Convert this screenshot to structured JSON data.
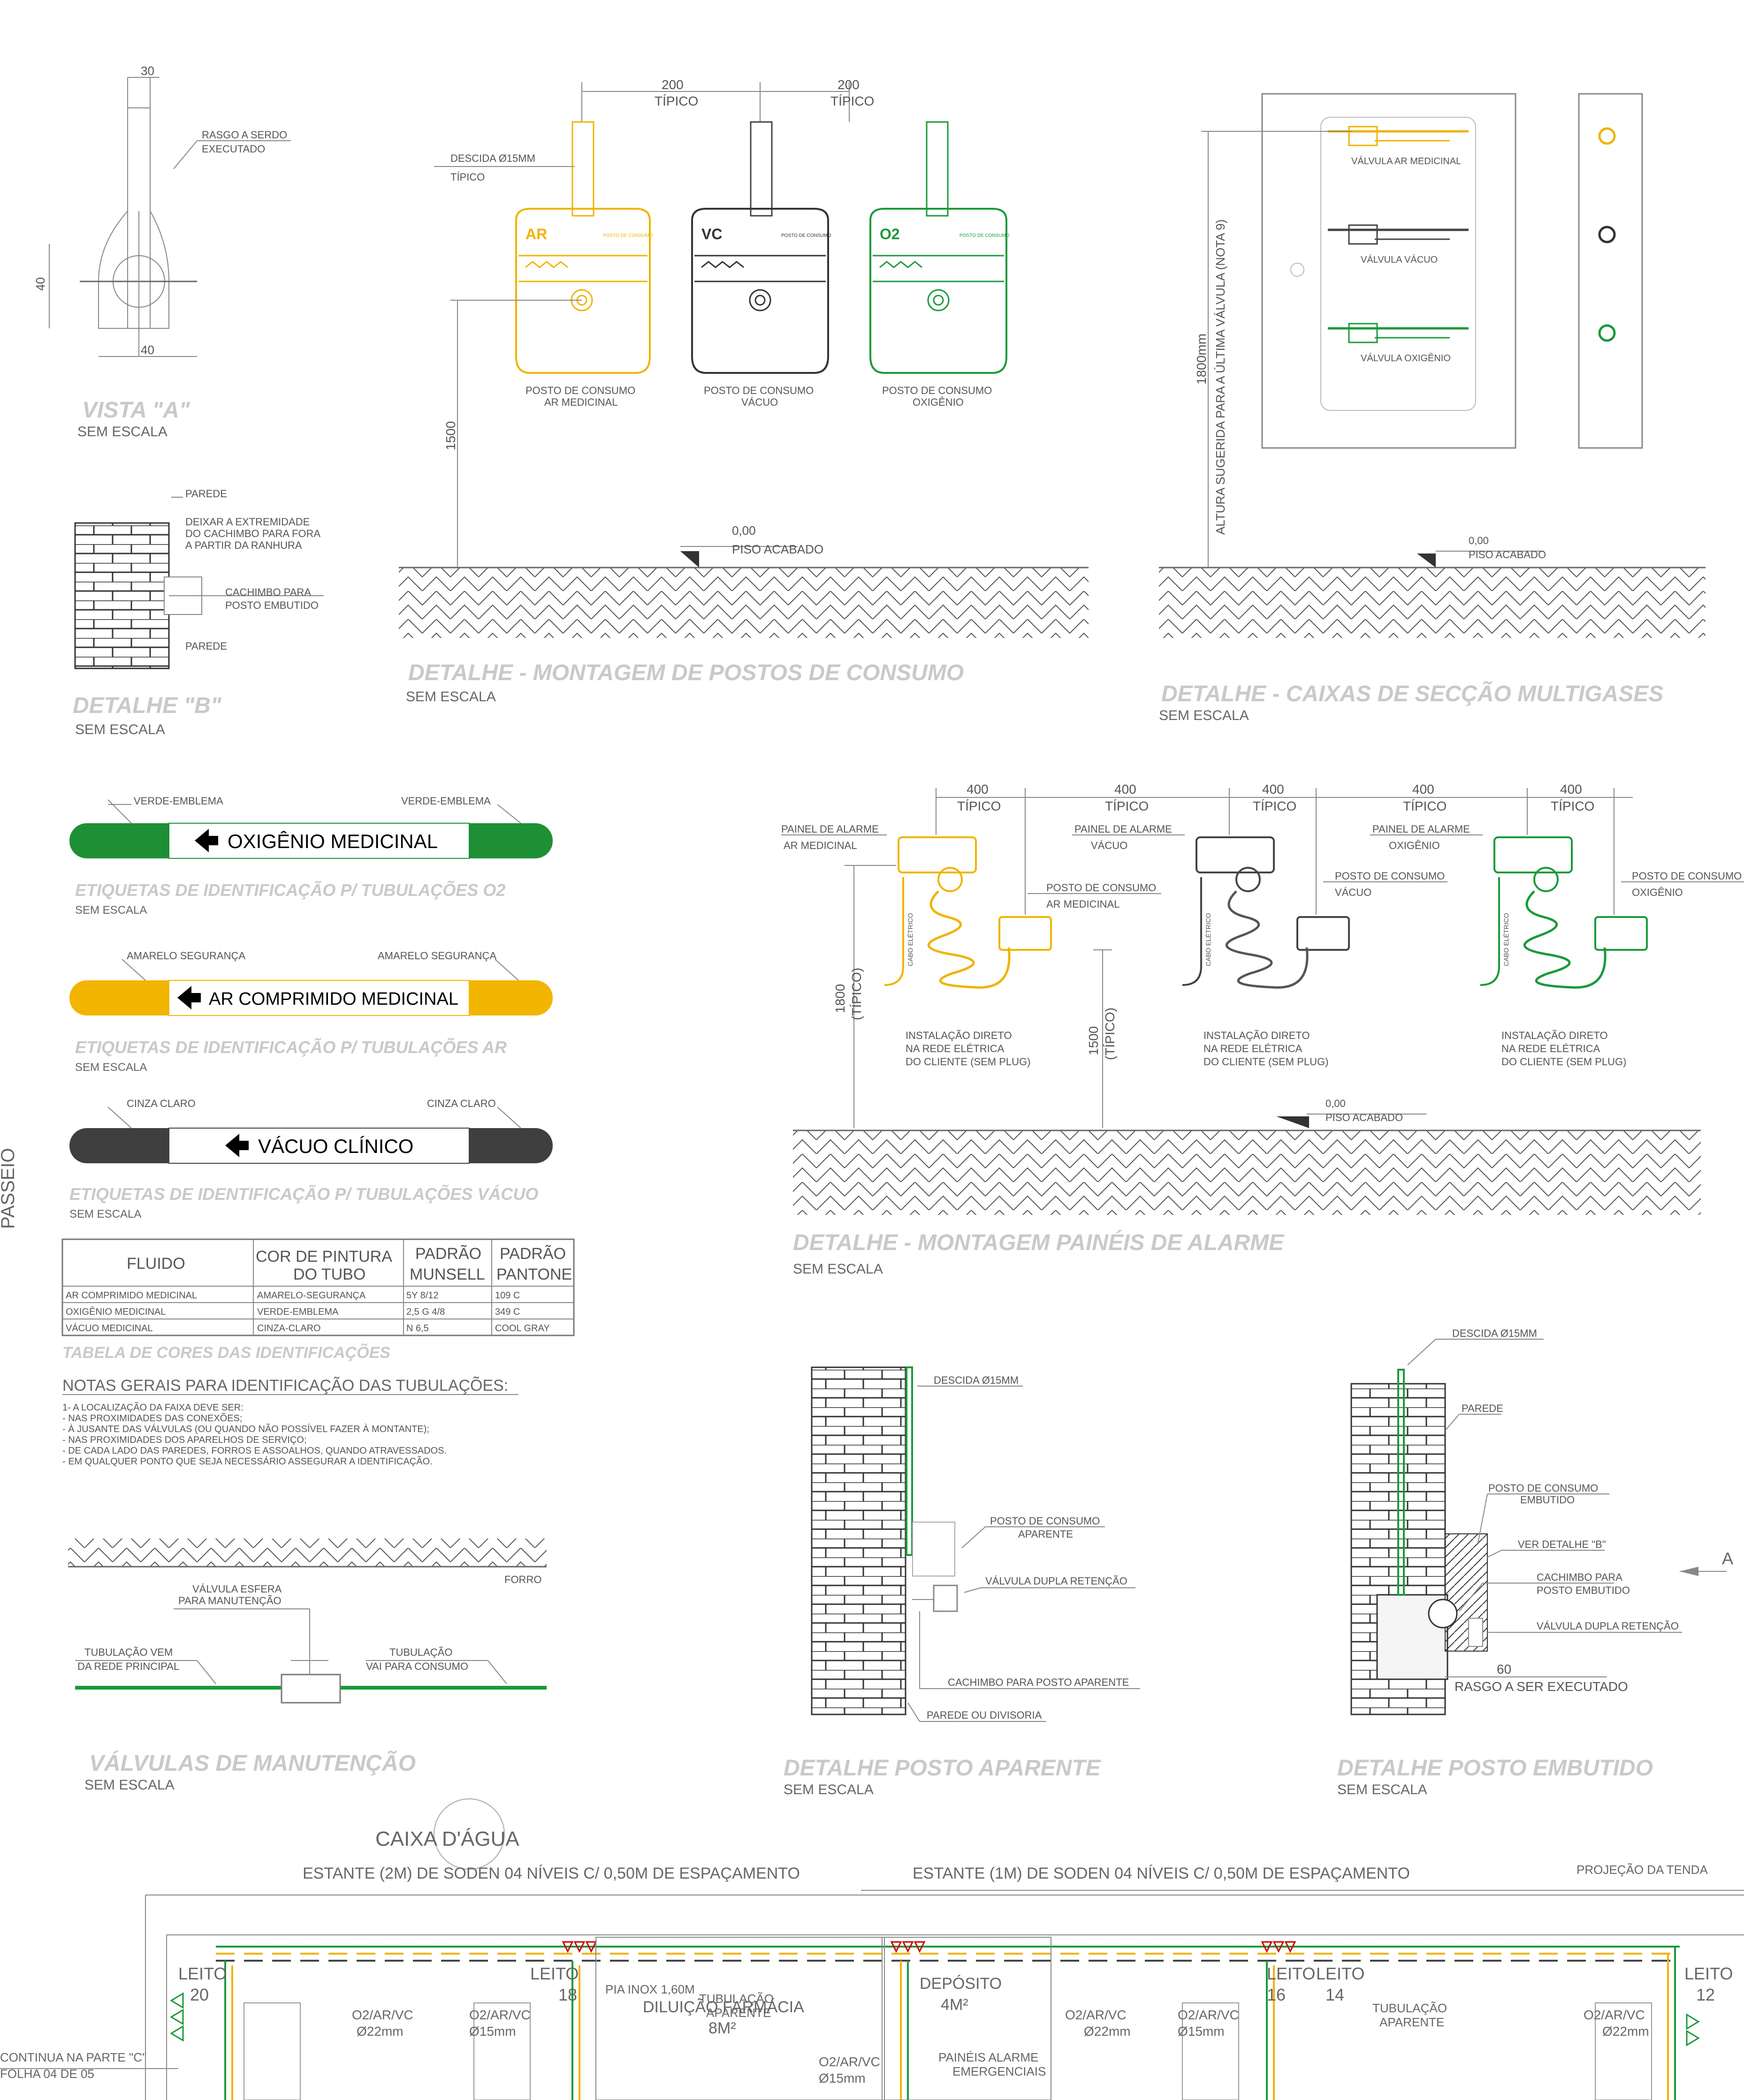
{
  "colors": {
    "ar": "#f0b400",
    "o2": "#1a9a3a",
    "vc": "#444444",
    "green_band": "#1e8f35",
    "yellow_band": "#f2b500",
    "gray_band": "#3f3f3f"
  },
  "side_label": "PASSEIO",
  "vista_a": {
    "title": "VISTA \"A\"",
    "subtitle": "SEM ESCALA",
    "dim_top": "30",
    "dim_side": "40",
    "dim_bottom": "40",
    "note": [
      "RASGO A SERDO",
      "EXECUTADO"
    ]
  },
  "detalhe_b": {
    "title": "DETALHE \"B\"",
    "subtitle": "SEM ESCALA",
    "labels": [
      "PAREDE",
      "DEIXAR A EXTREMIDADE",
      "DO CACHIMBO PARA FORA",
      "A PARTIR DA RANHURA",
      "CACHIMBO PARA",
      "POSTO EMBUTIDO",
      "PAREDE"
    ]
  },
  "postos": {
    "title": "DETALHE - MONTAGEM DE POSTOS DE CONSUMO",
    "subtitle": "SEM ESCALA",
    "dims": [
      "200",
      "TÍPICO",
      "200",
      "TÍPICO"
    ],
    "descida": [
      "DESCIDA Ø15MM",
      "TÍPICO"
    ],
    "height": "1500",
    "level": [
      "0,00",
      "PISO ACABADO"
    ],
    "units": [
      {
        "code": "AR",
        "header": "POSTO DE CONSUMO",
        "label": [
          "POSTO DE CONSUMO",
          "AR MEDICINAL"
        ]
      },
      {
        "code": "VC",
        "header": "POSTO DE CONSUMO",
        "label": [
          "POSTO DE CONSUMO",
          "VÁCUO"
        ]
      },
      {
        "code": "O2",
        "header": "POSTO DE CONSUMO",
        "label": [
          "POSTO DE CONSUMO",
          "OXIGÊNIO"
        ]
      }
    ]
  },
  "caixas": {
    "title": "DETALHE - CAIXAS DE SECÇÃO MULTIGASES",
    "subtitle": "SEM ESCALA",
    "height": "1800mm",
    "vertical_note": "ALTURA SUGERIDA PARA A ÚLTIMA VÁLVULA (NOTA 9)",
    "valves": [
      "VÁLVULA AR MEDICINAL",
      "VÁLVULA VÁCUO",
      "VÁLVULA OXIGÊNIO"
    ],
    "level": [
      "0,00",
      "PISO ACABADO"
    ]
  },
  "etiquetas": [
    {
      "text": "OXIGÊNIO MEDICINAL",
      "color_label_left": "VERDE-EMBLEMA",
      "color_label_right": "VERDE-EMBLEMA",
      "title": "ETIQUETAS DE IDENTIFICAÇÃO P/ TUBULAÇÕES O2",
      "subtitle": "SEM ESCALA"
    },
    {
      "text": "AR COMPRIMIDO MEDICINAL",
      "color_label_left": "AMARELO SEGURANÇA",
      "color_label_right": "AMARELO SEGURANÇA",
      "title": "ETIQUETAS DE IDENTIFICAÇÃO P/ TUBULAÇÕES AR",
      "subtitle": "SEM ESCALA"
    },
    {
      "text": "VÁCUO CLÍNICO",
      "color_label_left": "CINZA CLARO",
      "color_label_right": "CINZA CLARO",
      "title": "ETIQUETAS DE IDENTIFICAÇÃO P/ TUBULAÇÕES VÁCUO",
      "subtitle": "SEM ESCALA"
    }
  ],
  "tabela": {
    "title": "TABELA DE CORES DAS IDENTIFICAÇÕES",
    "headers": [
      [
        "FLUIDO"
      ],
      [
        "COR DE PINTURA",
        "DO TUBO"
      ],
      [
        "PADRÃO",
        "MUNSELL"
      ],
      [
        "PADRÃO",
        "PANTONE"
      ]
    ],
    "rows": [
      [
        "AR COMPRIMIDO MEDICINAL",
        "AMARELO-SEGURANÇA",
        "5Y 8/12",
        "109 C"
      ],
      [
        "OXIGÊNIO MEDICINAL",
        "VERDE-EMBLEMA",
        "2,5 G 4/8",
        "349 C"
      ],
      [
        "VÁCUO MEDICINAL",
        "CINZA-CLARO",
        "N 6,5",
        "COOL GRAY"
      ]
    ]
  },
  "notas": {
    "title": "NOTAS GERAIS PARA IDENTIFICAÇÃO DAS TUBULAÇÕES:",
    "lines": [
      "1- A LOCALIZAÇÃO DA FAIXA DEVE SER:",
      "- NAS PROXIMIDADES DAS CONEXÕES;",
      "- À JUSANTE DAS VÁLVULAS (OU QUANDO NÃO POSSÍVEL FAZER À MONTANTE);",
      "- NAS PROXIMIDADES DOS APARELHOS DE SERVIÇO;",
      "- DE CADA LADO DAS PAREDES, FORROS E ASSOALHOS, QUANDO ATRAVESSADOS.",
      "- EM QUALQUER PONTO QUE SEJA NECESSÁRIO ASSEGURAR A IDENTIFICAÇÃO."
    ]
  },
  "valvulas": {
    "title": "VÁLVULAS DE MANUTENÇÃO",
    "subtitle": "SEM ESCALA",
    "forro": "FORRO",
    "labels": [
      "VÁLVULA ESFERA",
      "PARA MANUTENÇÃO",
      "TUBULAÇÃO VEM",
      "DA REDE PRINCIPAL",
      "TUBULAÇÃO",
      "VAI PARA CONSUMO"
    ]
  },
  "alarme": {
    "title": "DETALHE - MONTAGEM PAINÉIS DE ALARME",
    "subtitle": "SEM ESCALA",
    "dims": [
      "400",
      "TÍPICO",
      "400",
      "TÍPICO",
      "400",
      "TÍPICO",
      "400",
      "TÍPICO",
      "400",
      "TÍPICO"
    ],
    "h1": "1800",
    "h1b": "(TÍPICO)",
    "h2": "1500",
    "h2b": "(TÍPICO)",
    "level": [
      "0,00",
      "PISO ACABADO"
    ],
    "groups": [
      {
        "painel": [
          "PAINEL DE ALARME",
          "AR MEDICINAL"
        ],
        "posto": [
          "POSTO DE CONSUMO",
          "AR MEDICINAL"
        ],
        "cabo": "CABO ELÉTRICO",
        "inst": [
          "INSTALAÇÃO DIRETO",
          "NA REDE ELÉTRICA",
          "DO CLIENTE (SEM PLUG)"
        ]
      },
      {
        "painel": [
          "PAINEL DE ALARME",
          "VÁCUO"
        ],
        "posto": [
          "POSTO DE CONSUMO",
          "VÁCUO"
        ],
        "cabo": "CABO ELÉTRICO",
        "inst": [
          "INSTALAÇÃO DIRETO",
          "NA REDE ELÉTRICA",
          "DO CLIENTE (SEM PLUG)"
        ]
      },
      {
        "painel": [
          "PAINEL DE ALARME",
          "OXIGÊNIO"
        ],
        "posto": [
          "POSTO DE CONSUMO",
          "OXIGÊNIO"
        ],
        "cabo": "CABO ELÉTRICO",
        "inst": [
          "INSTALAÇÃO DIRETO",
          "NA REDE ELÉTRICA",
          "DO CLIENTE (SEM PLUG)"
        ]
      }
    ]
  },
  "aparente": {
    "title": "DETALHE POSTO APARENTE",
    "subtitle": "SEM ESCALA",
    "labels": [
      "DESCIDA Ø15MM",
      "POSTO DE CONSUMO",
      "APARENTE",
      "VÁLVULA DUPLA RETENÇÃO",
      "CACHIMBO PARA POSTO APARENTE",
      "PAREDE OU DIVISORIA"
    ]
  },
  "embutido": {
    "title": "DETALHE POSTO EMBUTIDO",
    "subtitle": "SEM ESCALA",
    "labels": [
      "DESCIDA Ø15MM",
      "PAREDE",
      "POSTO DE CONSUMO",
      "EMBUTIDO",
      "VER DETALHE \"B\"",
      "CACHIMBO PARA",
      "POSTO EMBUTIDO",
      "VÁLVULA DUPLA RETENÇÃO",
      "60",
      "RASGO A SER EXECUTADO"
    ],
    "arrow": "A"
  },
  "planta": {
    "caixa": "CAIXA D'ÁGUA",
    "estante1": "ESTANTE (2M) DE SODEN 04 NÍVEIS C/ 0,50M DE ESPAÇAMENTO",
    "estante2": "ESTANTE (1M) DE SODEN 04 NÍVEIS C/ 0,50M DE ESPAÇAMENTO",
    "projecao": "PROJEÇÃO DA TENDA",
    "leitos": [
      "LEITO",
      "20",
      "LEITO",
      "18",
      "LEITO",
      "16",
      "LEITO",
      "14",
      "LEITO",
      "12"
    ],
    "pia": "PIA INOX 1,60M",
    "diluicao": "DILUIÇÃO FARMÁCIA",
    "diluicao_area": "8M²",
    "deposito": "DEPÓSITO",
    "deposito_area": "4M²",
    "tub_aparente": [
      "TUBULAÇÃO",
      "APARENTE"
    ],
    "paineis": [
      "PAINÉIS ALARME",
      "EMERGENCIAIS"
    ],
    "pipe_labels": [
      "O2/AR/VC",
      "Ø22mm",
      "O2/AR/VC",
      "Ø15mm",
      "O2/AR/VC",
      "Ø15mm",
      "O2/AR/VC",
      "Ø22mm",
      "O2/AR/VC",
      "Ø15mm",
      "O2/AR/VC",
      "Ø22mm"
    ],
    "continua": [
      "CONTINUA NA PARTE \"C\"",
      "FOLHA 04 DE 05"
    ]
  }
}
